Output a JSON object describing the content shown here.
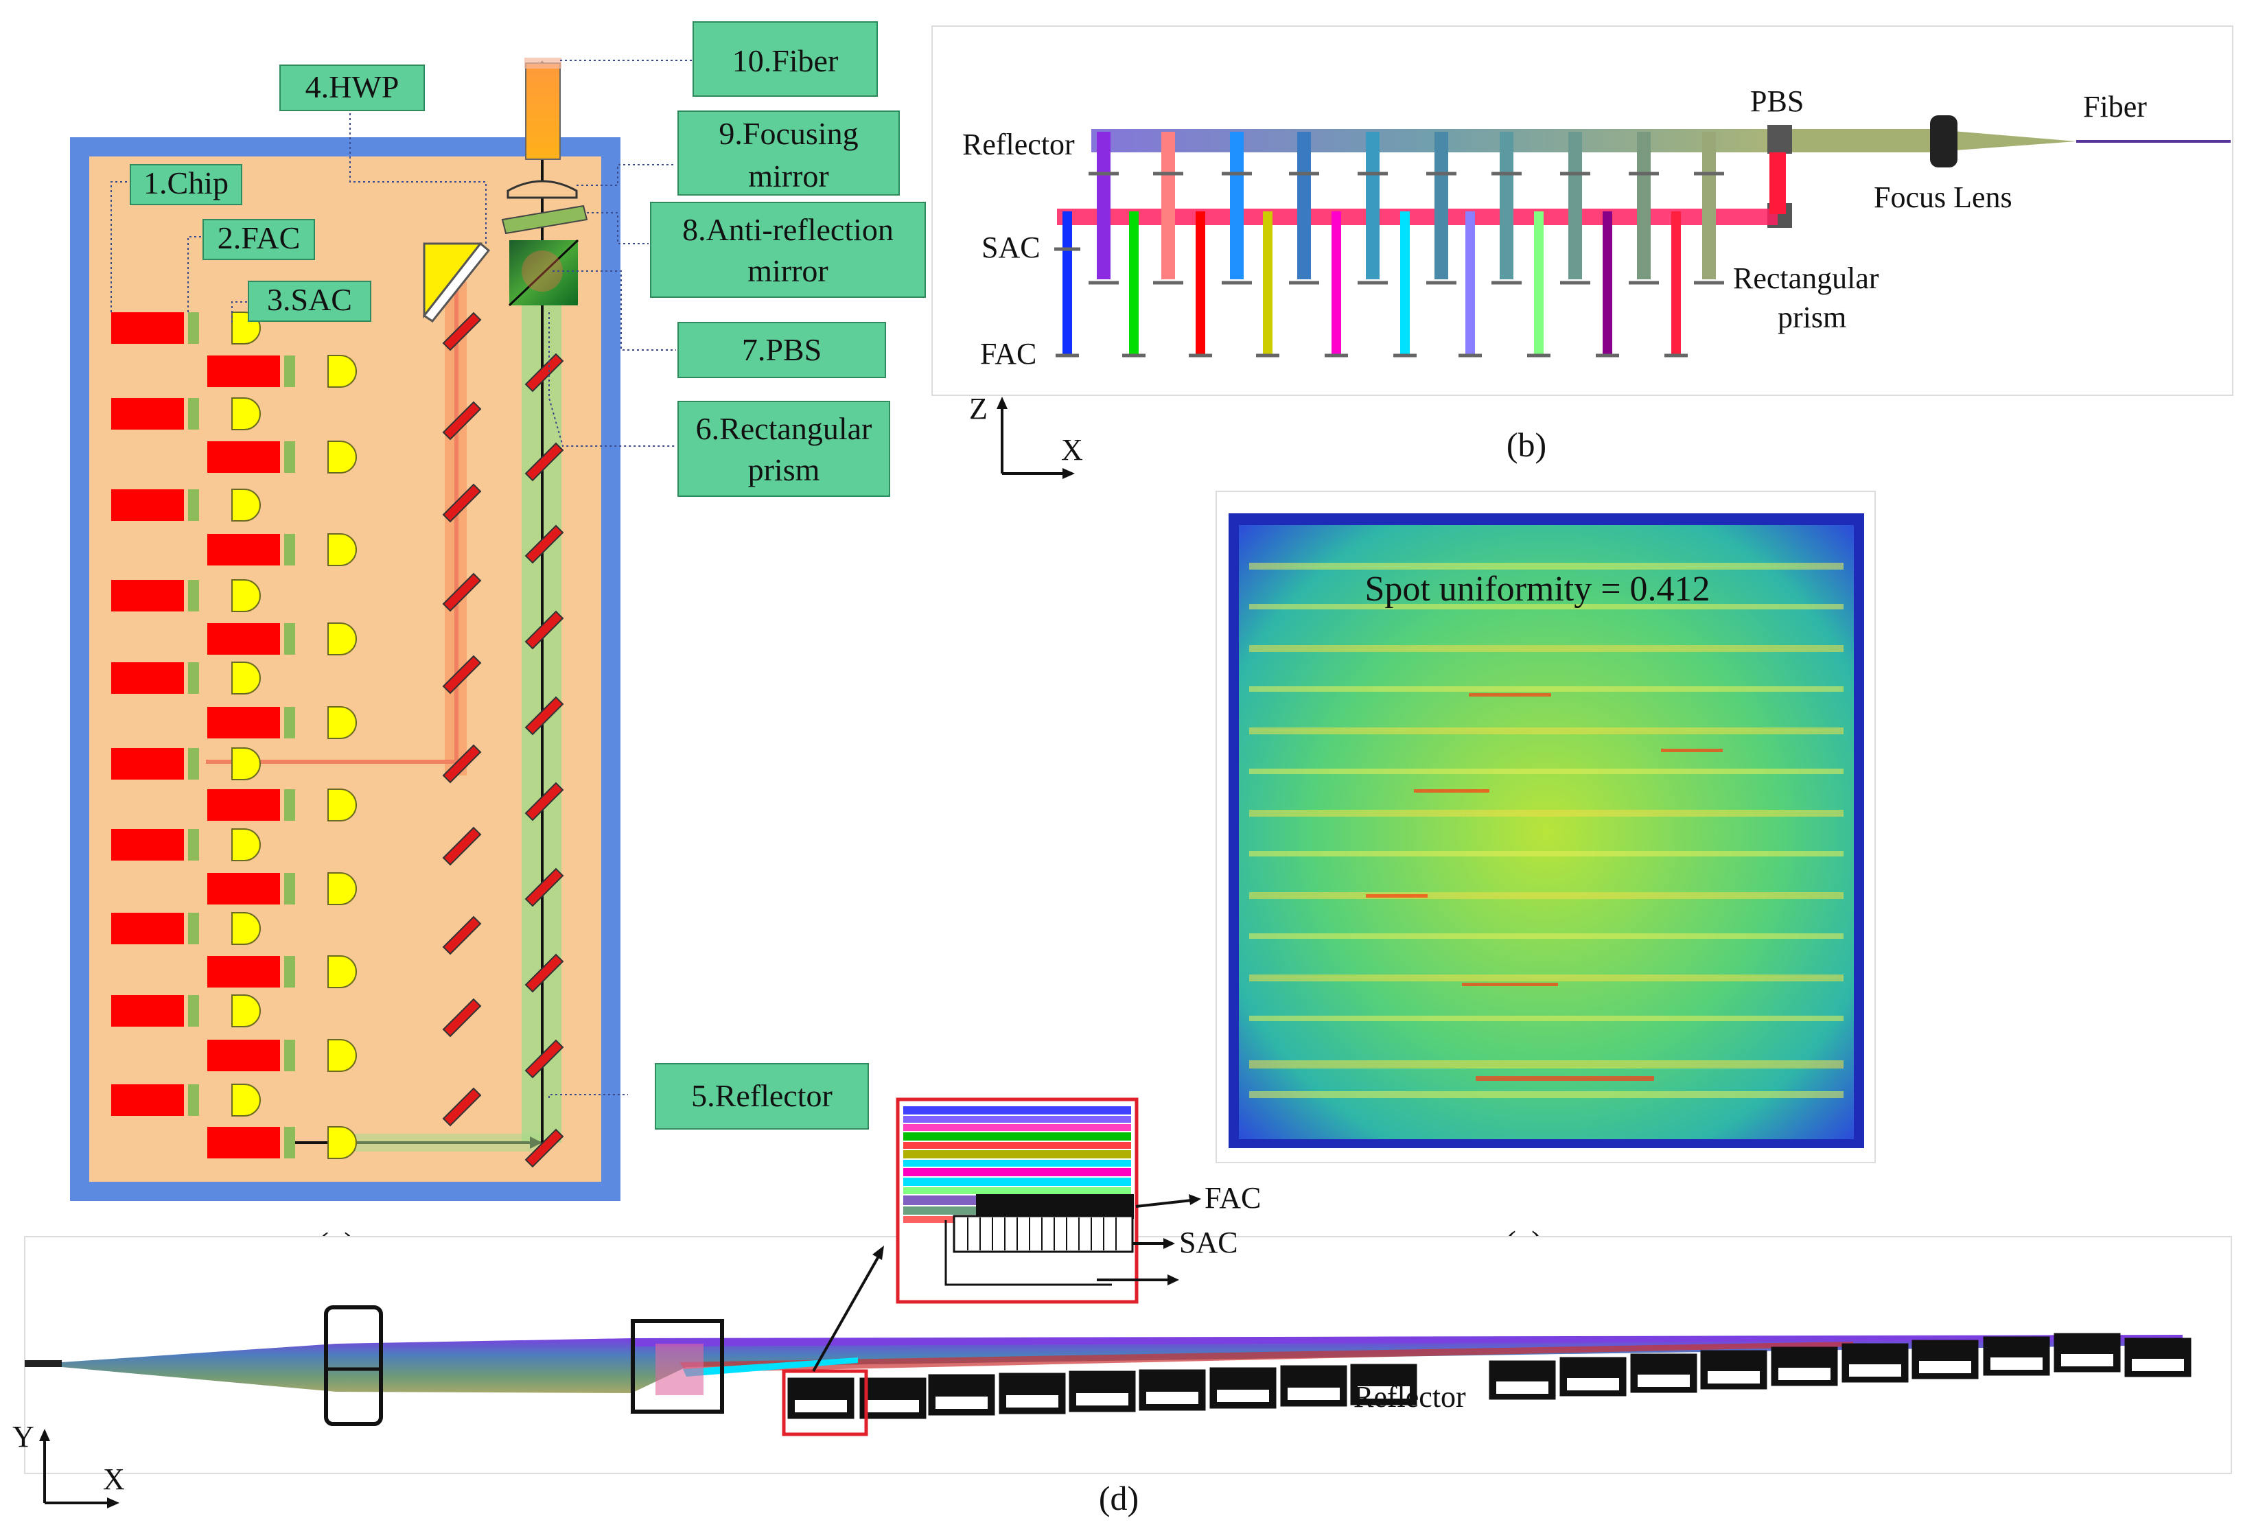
{
  "panel_a": {
    "labels": [
      "1.Chip",
      "2.FAC",
      "3.SAC",
      "4.HWP",
      "5.Reflector",
      "6.Rectangular prism",
      "7.PBS",
      "8.Anti-reflection mirror",
      "9.Focusing mirror",
      "10.Fiber"
    ],
    "caption": "(a)",
    "colors": {
      "chip": "#ff0000",
      "fac": "#8fbc5a",
      "sac": "#ffff00",
      "background": "#f8c994",
      "border": "#5b8ae0",
      "label_box": "#5fcf9a"
    }
  },
  "panel_b": {
    "labels": {
      "reflector": "Reflector",
      "sac": "SAC",
      "fac": "FAC",
      "pbs": "PBS",
      "focus_lens": "Focus Lens",
      "fiber": "Fiber",
      "prism": "Rectangular prism",
      "axis_z": "Z",
      "axis_x": "X"
    },
    "caption": "(b)"
  },
  "panel_c": {
    "text": "Spot uniformity = 0.412",
    "caption": "(c)"
  },
  "panel_d": {
    "labels": {
      "fac": "FAC",
      "sac": "SAC",
      "reflector": "Reflector",
      "axis_y": "Y",
      "axis_x": "X"
    },
    "caption": "(d)"
  }
}
